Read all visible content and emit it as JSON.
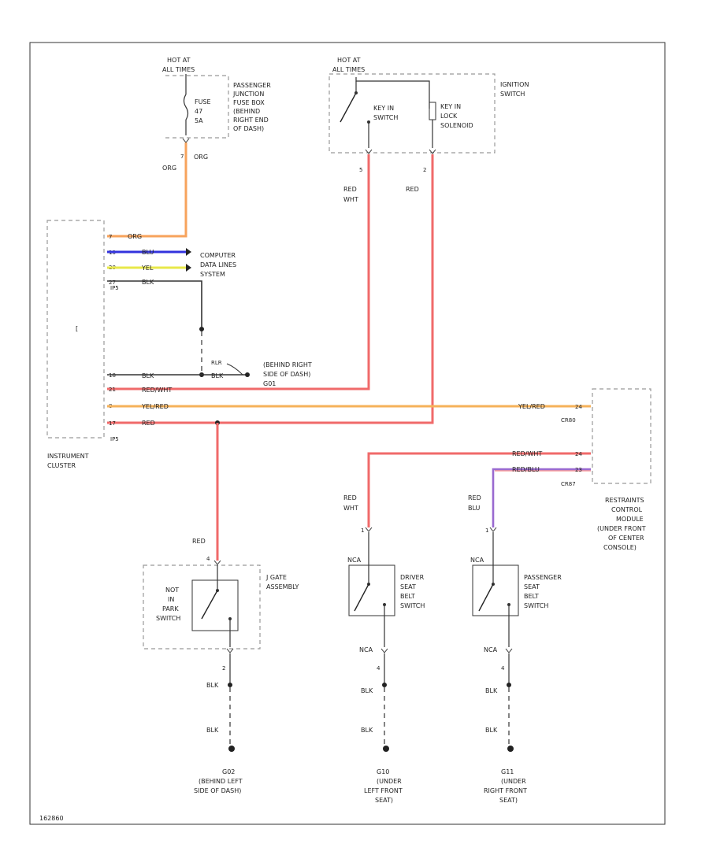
{
  "diagram_id": "162860",
  "colors": {
    "orange": "#f7a35c",
    "blue": "#3333dd",
    "yellow": "#e8e84a",
    "yelred": "#f5b25a",
    "red": "#f06a6a",
    "redwht": "#f06a6a",
    "redblu": "#9a6ad0",
    "black": "#333333"
  },
  "power": {
    "hot_left": [
      "HOT AT",
      "ALL TIMES"
    ],
    "hot_right": [
      "HOT AT",
      "ALL TIMES"
    ]
  },
  "fuse": [
    "FUSE",
    "47",
    "5A"
  ],
  "junction_box": [
    "PASSENGER",
    "JUNCTION",
    "FUSE BOX",
    "(BEHIND",
    "RIGHT END",
    "OF DASH)"
  ],
  "ignition": {
    "label": [
      "IGNITION",
      "SWITCH"
    ],
    "key_in_switch": [
      "KEY IN",
      "SWITCH"
    ],
    "key_in_lock": [
      "KEY IN",
      "LOCK",
      "SOLENOID"
    ],
    "pin_left": "5",
    "pin_right": "2"
  },
  "wires": {
    "org": "ORG",
    "org_pin": "7",
    "red_wht_top": [
      "RED",
      "WHT"
    ],
    "red_top": "RED",
    "blu": "BLU",
    "yel": "YEL",
    "blk": "BLK",
    "red_wht": "RED/WHT",
    "yel_red": "YEL/RED",
    "red": "RED",
    "red_wht_right": "RED/WHT",
    "red_blu_right": "RED/BLU",
    "blk_ground": "BLK"
  },
  "cluster": {
    "label": [
      "INSTRUMENT",
      "CLUSTER"
    ],
    "connector_top": "IP5",
    "connector_bottom": "IP5",
    "pins": [
      "7",
      "10",
      "28",
      "27",
      "18",
      "21",
      "8",
      "17"
    ],
    "bracket": "["
  },
  "data_link": [
    "COMPUTER",
    "DATA LINES",
    "SYSTEM"
  ],
  "ground_mid": {
    "connector": "RLR",
    "label": [
      "(BEHIND RIGHT",
      "SIDE OF DASH)"
    ],
    "id": "G01"
  },
  "restraint": {
    "label": [
      "RESTRAINTS",
      "CONTROL",
      "MODULE",
      "(UNDER FRONT",
      "OF CENTER",
      "CONSOLE)"
    ],
    "connector_top": "CR80",
    "connector_bottom": "CR87",
    "pin_yelred": "24",
    "pin_redwht": "24",
    "pin_redblu": "23"
  },
  "gate": {
    "label": [
      "J GATE",
      "ASSEMBLY"
    ],
    "switch": [
      "NOT",
      "IN",
      "PARK",
      "SWITCH"
    ],
    "top_pin": "4",
    "bottom_pin": "2",
    "wire": "RED"
  },
  "driver_belt": {
    "label": [
      "DRIVER",
      "SEAT",
      "BELT",
      "SWITCH"
    ],
    "wire": [
      "RED",
      "WHT"
    ],
    "pin_top": "1",
    "nca_top": "NCA",
    "nca_bottom": "NCA",
    "pin_bottom": "4"
  },
  "pass_belt": {
    "label": [
      "PASSENGER",
      "SEAT",
      "BELT",
      "SWITCH"
    ],
    "wire": [
      "RED",
      "BLU"
    ],
    "pin_top": "1",
    "nca_top": "NCA",
    "nca_bottom": "NCA",
    "pin_bottom": "4"
  },
  "grounds": [
    {
      "id": "G02",
      "label": [
        "(BEHIND LEFT",
        "SIDE OF DASH)"
      ]
    },
    {
      "id": "G10",
      "label": [
        "(UNDER",
        "LEFT FRONT",
        "SEAT)"
      ]
    },
    {
      "id": "G11",
      "label": [
        "(UNDER",
        "RIGHT FRONT",
        "SEAT)"
      ]
    }
  ]
}
